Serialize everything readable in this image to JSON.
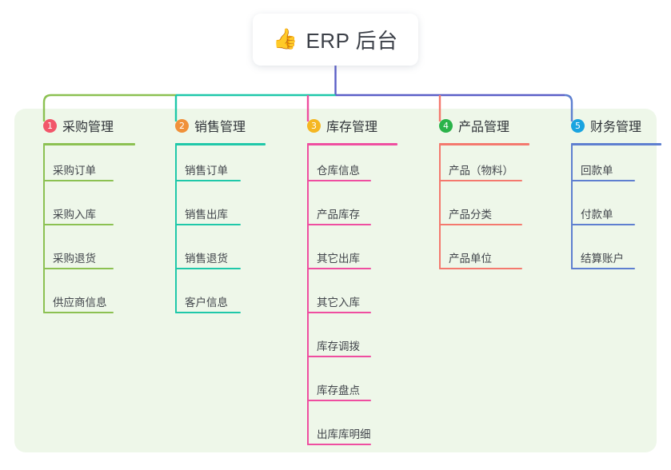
{
  "diagram": {
    "title": {
      "emoji": "👍",
      "emoji_name": "thumbs-up-icon",
      "text": "ERP 后台"
    },
    "canvas": {
      "background": "#ffffff",
      "panel_background": "#eef7e9"
    },
    "stem_color": "#5b5fc7",
    "columns": [
      {
        "index": "1",
        "label": "采购管理",
        "badge_color": "#f2566a",
        "line_color": "#8cc152",
        "items": [
          "采购订单",
          "采购入库",
          "采购退货",
          "供应商信息"
        ]
      },
      {
        "index": "2",
        "label": "销售管理",
        "badge_color": "#f0913a",
        "line_color": "#1fc8a9",
        "items": [
          "销售订单",
          "销售出库",
          "销售退货",
          "客户信息"
        ]
      },
      {
        "index": "3",
        "label": "库存管理",
        "badge_color": "#f5b722",
        "line_color": "#ef4ea0",
        "items": [
          "仓库信息",
          "产品库存",
          "其它出库",
          "其它入库",
          "库存调拨",
          "库存盘点",
          "出库库明细"
        ]
      },
      {
        "index": "4",
        "label": "产品管理",
        "badge_color": "#2bb34a",
        "line_color": "#f4796e",
        "items": [
          "产品（物料）",
          "产品分类",
          "产品单位"
        ]
      },
      {
        "index": "5",
        "label": "财务管理",
        "badge_color": "#1aa4e0",
        "line_color": "#5e7fd0",
        "items": [
          "回款单",
          "付款单",
          "结算账户"
        ]
      }
    ]
  }
}
